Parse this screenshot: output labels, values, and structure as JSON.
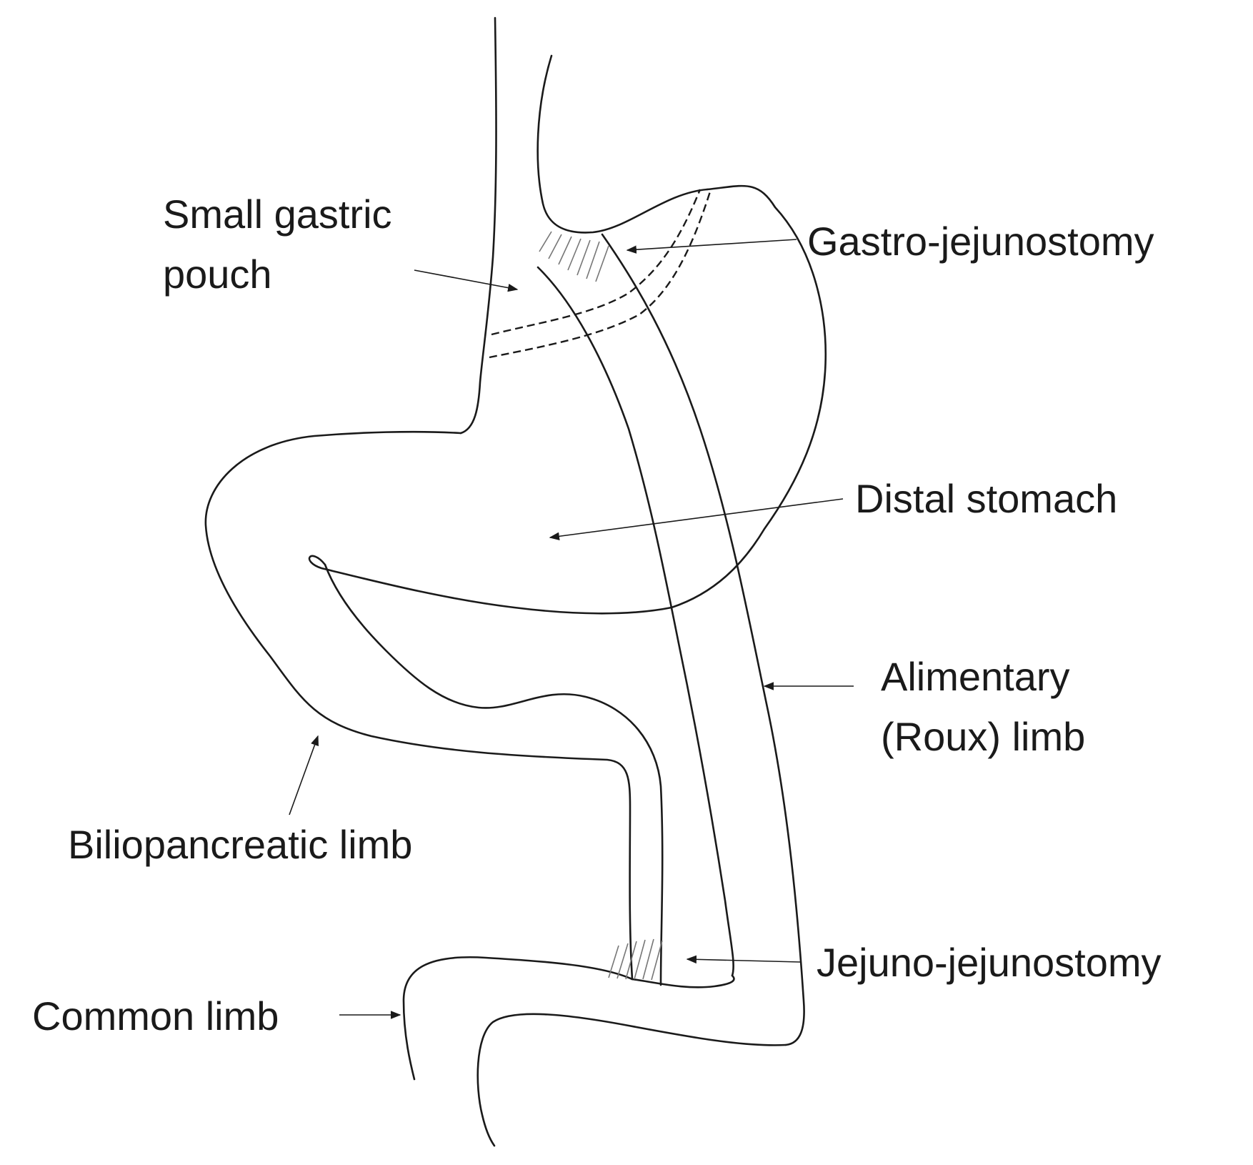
{
  "labels": {
    "small_pouch": {
      "line1": "Small gastric",
      "line2": "pouch"
    },
    "gastro_jejunostomy": "Gastro-jejunostomy",
    "distal_stomach": "Distal stomach",
    "alimentary_limb": {
      "line1": "Alimentary",
      "line2": "(Roux) limb"
    },
    "biliopancreatic_limb": "Biliopancreatic limb",
    "jejuno_jejunostomy": "Jejuno-jejunostomy",
    "common_limb": "Common limb"
  }
}
